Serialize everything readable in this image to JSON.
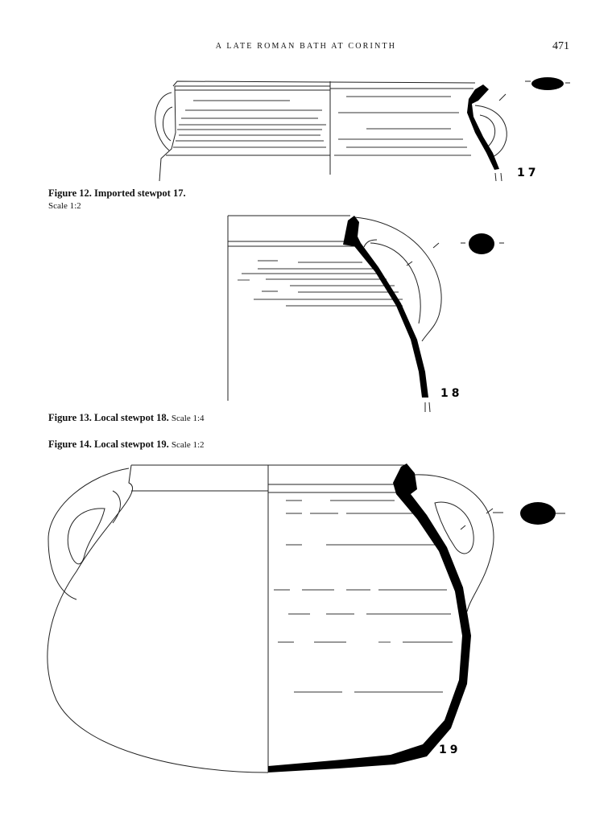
{
  "header": {
    "running_title": "A LATE ROMAN BATH AT CORINTH",
    "page_number": "471"
  },
  "figures": [
    {
      "caption": "Figure 12. Imported stewpot 17.",
      "scale": "Scale 1:2",
      "catalog_number": "17"
    },
    {
      "caption": "Figure 13. Local stewpot 18.",
      "scale": "Scale 1:4",
      "catalog_number": "18"
    },
    {
      "caption": "Figure 14. Local stewpot 19.",
      "scale": "Scale 1:2",
      "catalog_number": "19"
    }
  ]
}
